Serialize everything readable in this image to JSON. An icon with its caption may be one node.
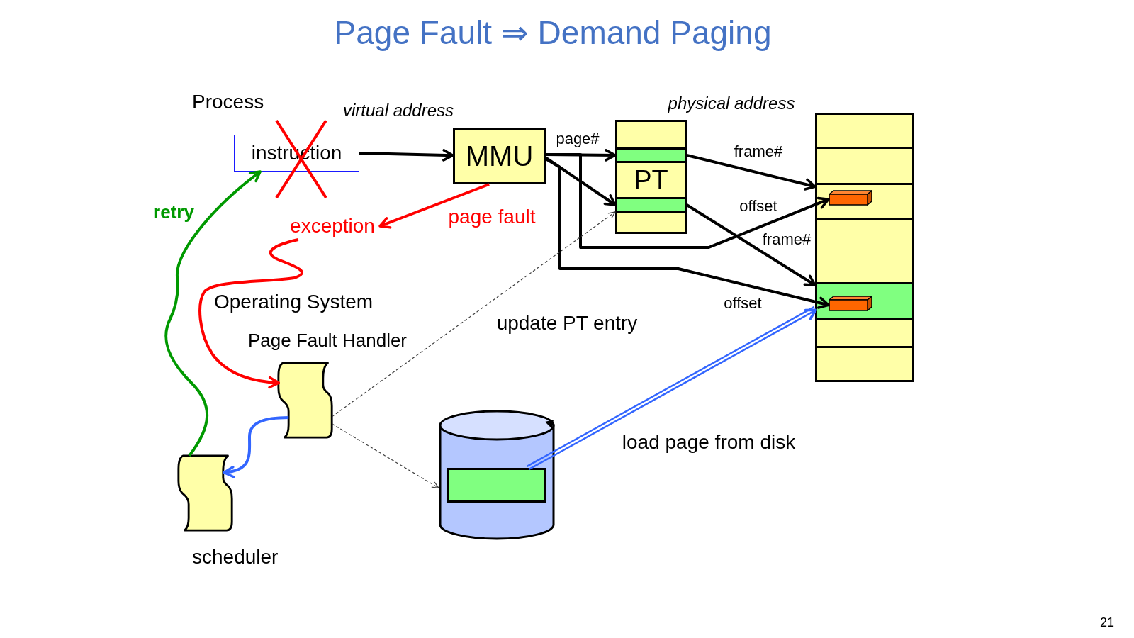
{
  "diagram": {
    "title": "Page Fault ⇒ Demand Paging",
    "nodes": [
      {
        "text": [
          "instruction"
        ]
      },
      {
        "text": [
          "MMU"
        ]
      },
      {
        "text": [
          "PT"
        ]
      },
      {
        "text": [],
        "shape": "bar",
        "in": 2
      },
      {
        "text": [],
        "shape": "bar",
        "in": 2
      },
      {
        "text": [],
        "shape": "box"
      },
      {
        "text": [],
        "shape": "box",
        "in": 5
      },
      {
        "text": [],
        "shape": "box",
        "in": 6
      },
      {
        "text": [],
        "shape": "box",
        "in": 5
      },
      {
        "text": [],
        "shape": "box",
        "in": 8
      },
      {
        "text": [
          "exception"
        ]
      },
      {
        "text": [],
        "shape": "scroll",
        "beside": [
          "Page Fault Handler"
        ]
      },
      {
        "text": [],
        "shape": "scroll",
        "beside": [
          "scheduler"
        ]
      },
      {
        "text": [],
        "shape": "cylinder"
      },
      {
        "text": [],
        "shape": "box",
        "in": 13
      }
    ],
    "edges": [
      {
        "from": 0,
        "to": 1,
        "arrow": "to",
        "label": "virtual address"
      },
      {
        "from": 1,
        "to": 3,
        "arrow": "to",
        "label": "page#"
      },
      {
        "from": 1,
        "to": 4,
        "arrow": "to"
      },
      {
        "from": 3,
        "to": 6,
        "arrow": "to",
        "label": "frame#"
      },
      {
        "from": 1,
        "to": 7,
        "arrow": "to",
        "label": "offset"
      },
      {
        "from": 4,
        "to": 8,
        "arrow": "to",
        "label": "frame#"
      },
      {
        "from": 1,
        "to": 9,
        "arrow": "to",
        "label": "offset"
      },
      {
        "from": 1,
        "to": 10,
        "arrow": "to",
        "label": "page fault",
        "color": "#ff0000"
      },
      {
        "from": 10,
        "to": 11,
        "arrow": "to",
        "color": "#ff0000"
      },
      {
        "from": 11,
        "to": 12,
        "arrow": "to",
        "color": "#3366ff"
      },
      {
        "from": 12,
        "to": 0,
        "arrow": "to",
        "label": "retry",
        "color": "#009900"
      },
      {
        "from": 11,
        "to": 4,
        "arrow": "to",
        "label": "update PT entry",
        "style": "dashed",
        "color": "#404040"
      },
      {
        "from": 11,
        "to": 13,
        "arrow": "to",
        "style": "dashed",
        "color": "#404040"
      },
      {
        "from": 14,
        "to": 8,
        "arrow": "to",
        "label": "load page from disk",
        "color": "#3366ff"
      }
    ],
    "labels": [
      "Process",
      "physical address",
      "Operating System",
      "21"
    ]
  }
}
